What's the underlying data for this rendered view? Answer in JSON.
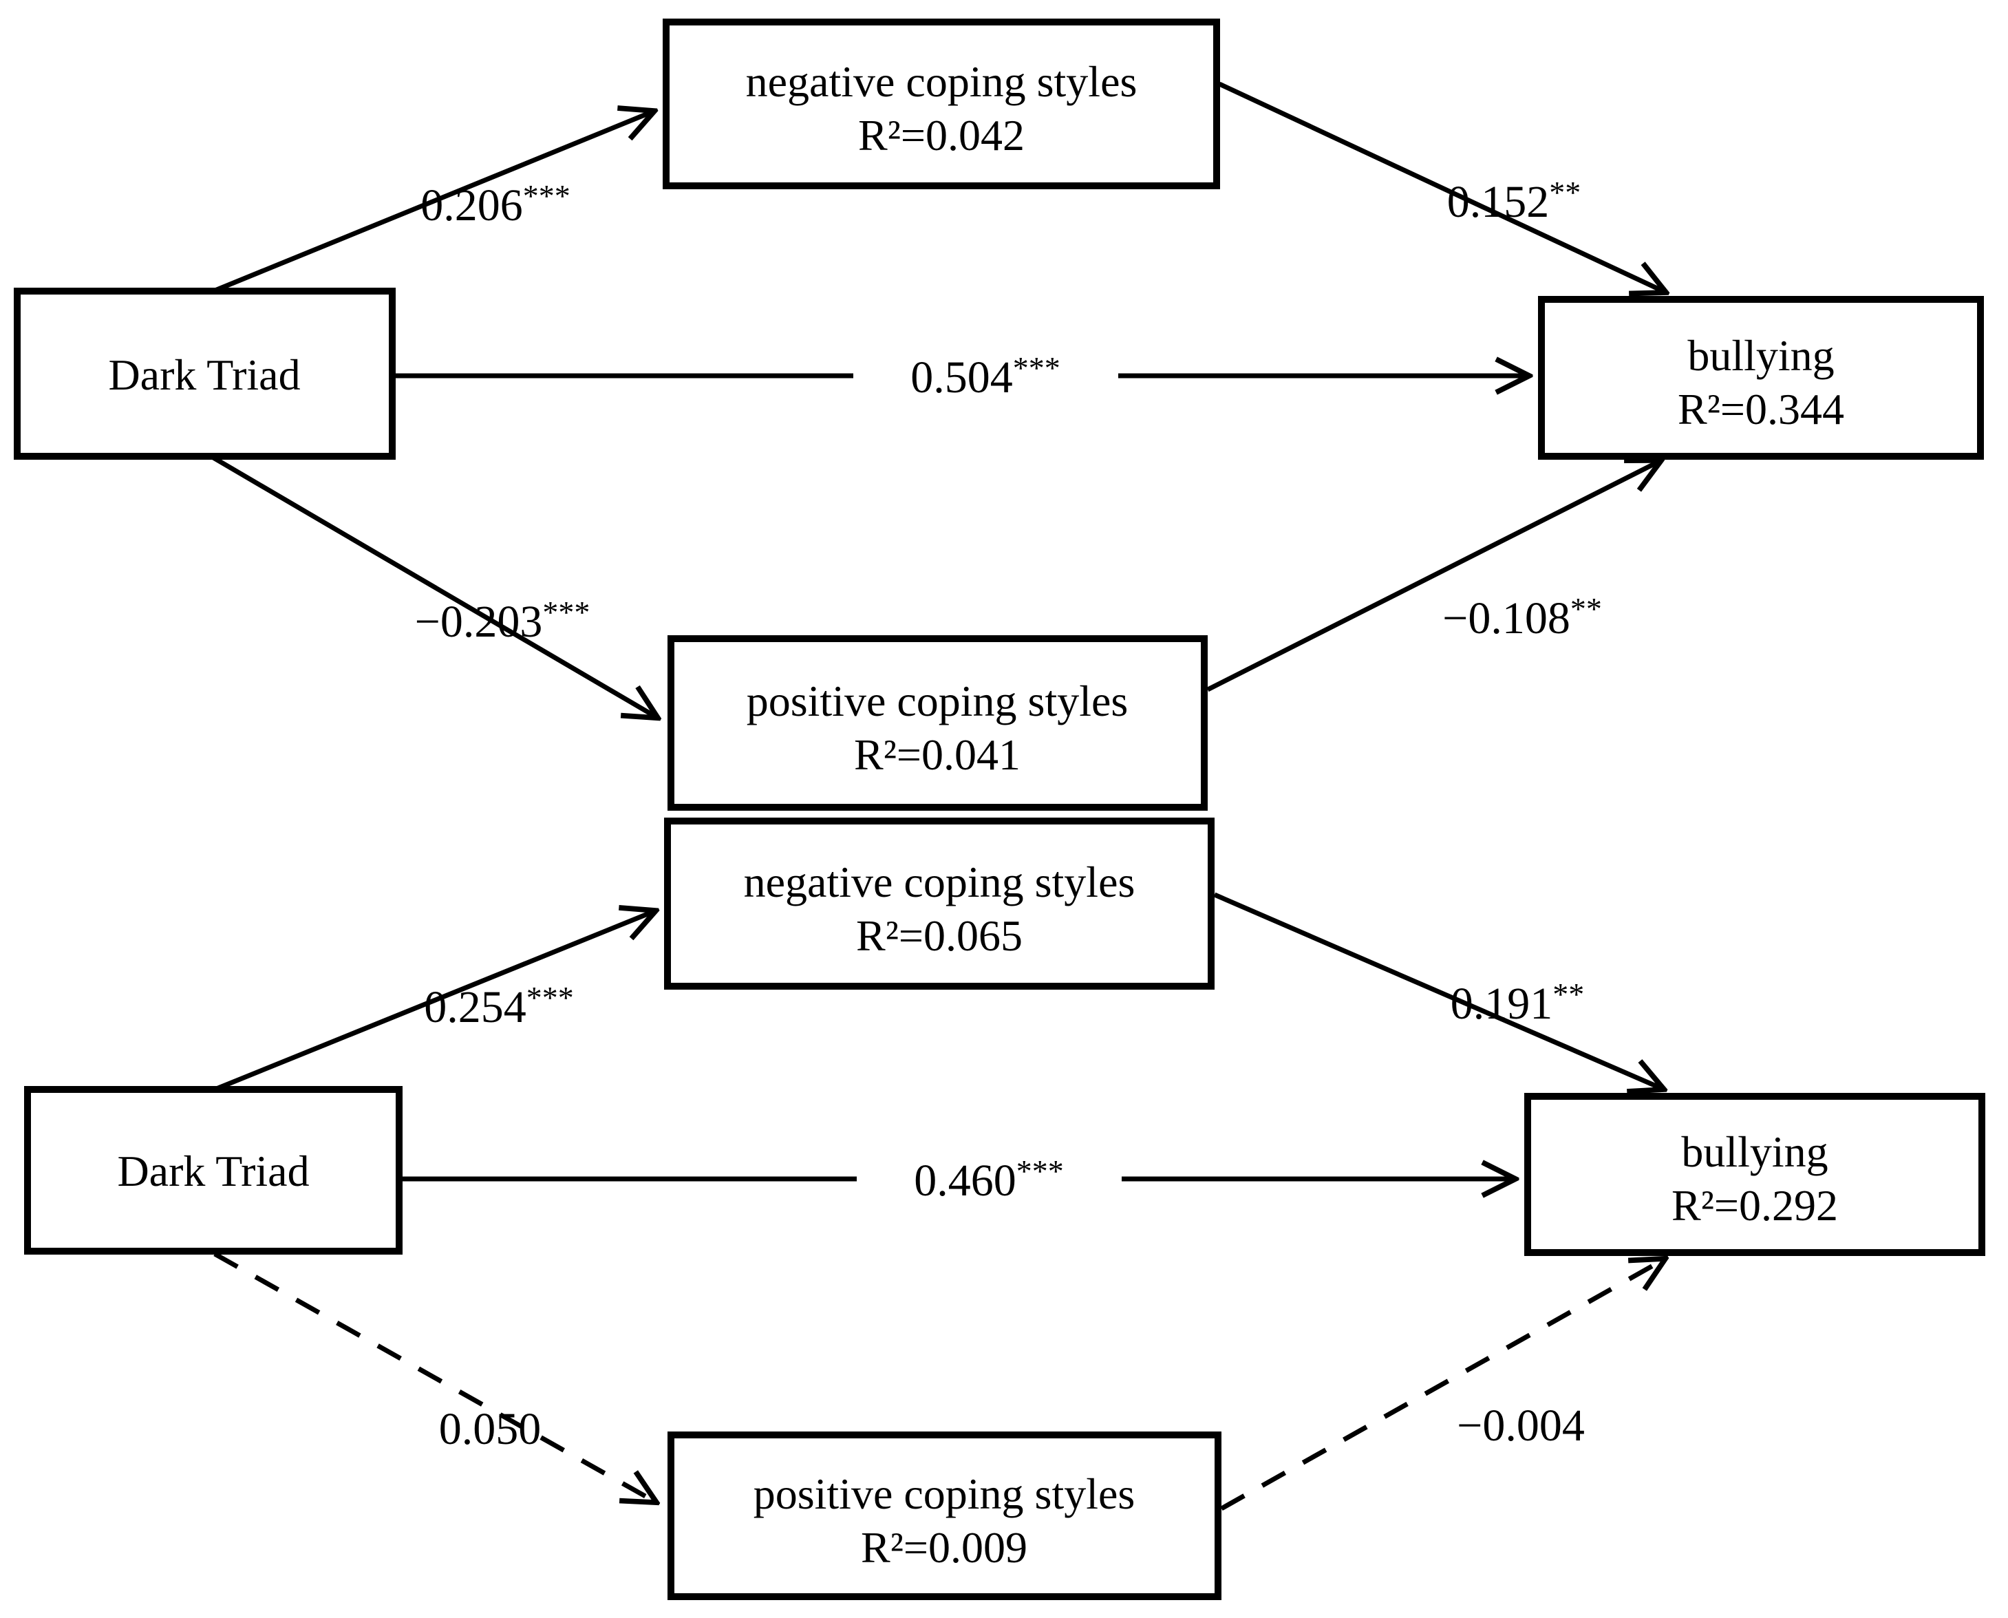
{
  "figure": {
    "type": "sem-path-diagram",
    "background_color": "#ffffff",
    "line_color": "#000000",
    "models": [
      {
        "position": "top",
        "nodes": {
          "predictor": {
            "label": "Dark Triad"
          },
          "negative_mediator": {
            "line1": "negative coping styles",
            "line2": "R²=0.042"
          },
          "positive_mediator": {
            "line1": "positive coping styles",
            "line2": "R²=0.041"
          },
          "outcome": {
            "line1": "bullying",
            "line2": "R²=0.344"
          }
        },
        "paths": {
          "predictor_to_negative": {
            "value": "0.206",
            "stars": "***",
            "line_style": "solid"
          },
          "negative_to_outcome": {
            "value": "0.152",
            "stars": "**",
            "line_style": "solid"
          },
          "predictor_to_outcome": {
            "value": "0.504",
            "stars": "***",
            "line_style": "solid"
          },
          "predictor_to_positive": {
            "value": "−0.203",
            "stars": "***",
            "line_style": "solid"
          },
          "positive_to_outcome": {
            "value": "−0.108",
            "stars": "**",
            "line_style": "solid"
          }
        }
      },
      {
        "position": "bottom",
        "nodes": {
          "predictor": {
            "label": "Dark Triad"
          },
          "negative_mediator": {
            "line1": "negative coping styles",
            "line2": "R²=0.065"
          },
          "positive_mediator": {
            "line1": "positive coping styles",
            "line2": "R²=0.009"
          },
          "outcome": {
            "line1": "bullying",
            "line2": "R²=0.292"
          }
        },
        "paths": {
          "predictor_to_negative": {
            "value": "0.254",
            "stars": "***",
            "line_style": "solid"
          },
          "negative_to_outcome": {
            "value": "0.191",
            "stars": "**",
            "line_style": "solid"
          },
          "predictor_to_outcome": {
            "value": "0.460",
            "stars": "***",
            "line_style": "solid"
          },
          "predictor_to_positive": {
            "value": "0.050",
            "stars": "",
            "line_style": "dashed"
          },
          "positive_to_outcome": {
            "value": "−0.004",
            "stars": "",
            "line_style": "dashed"
          }
        }
      }
    ]
  }
}
